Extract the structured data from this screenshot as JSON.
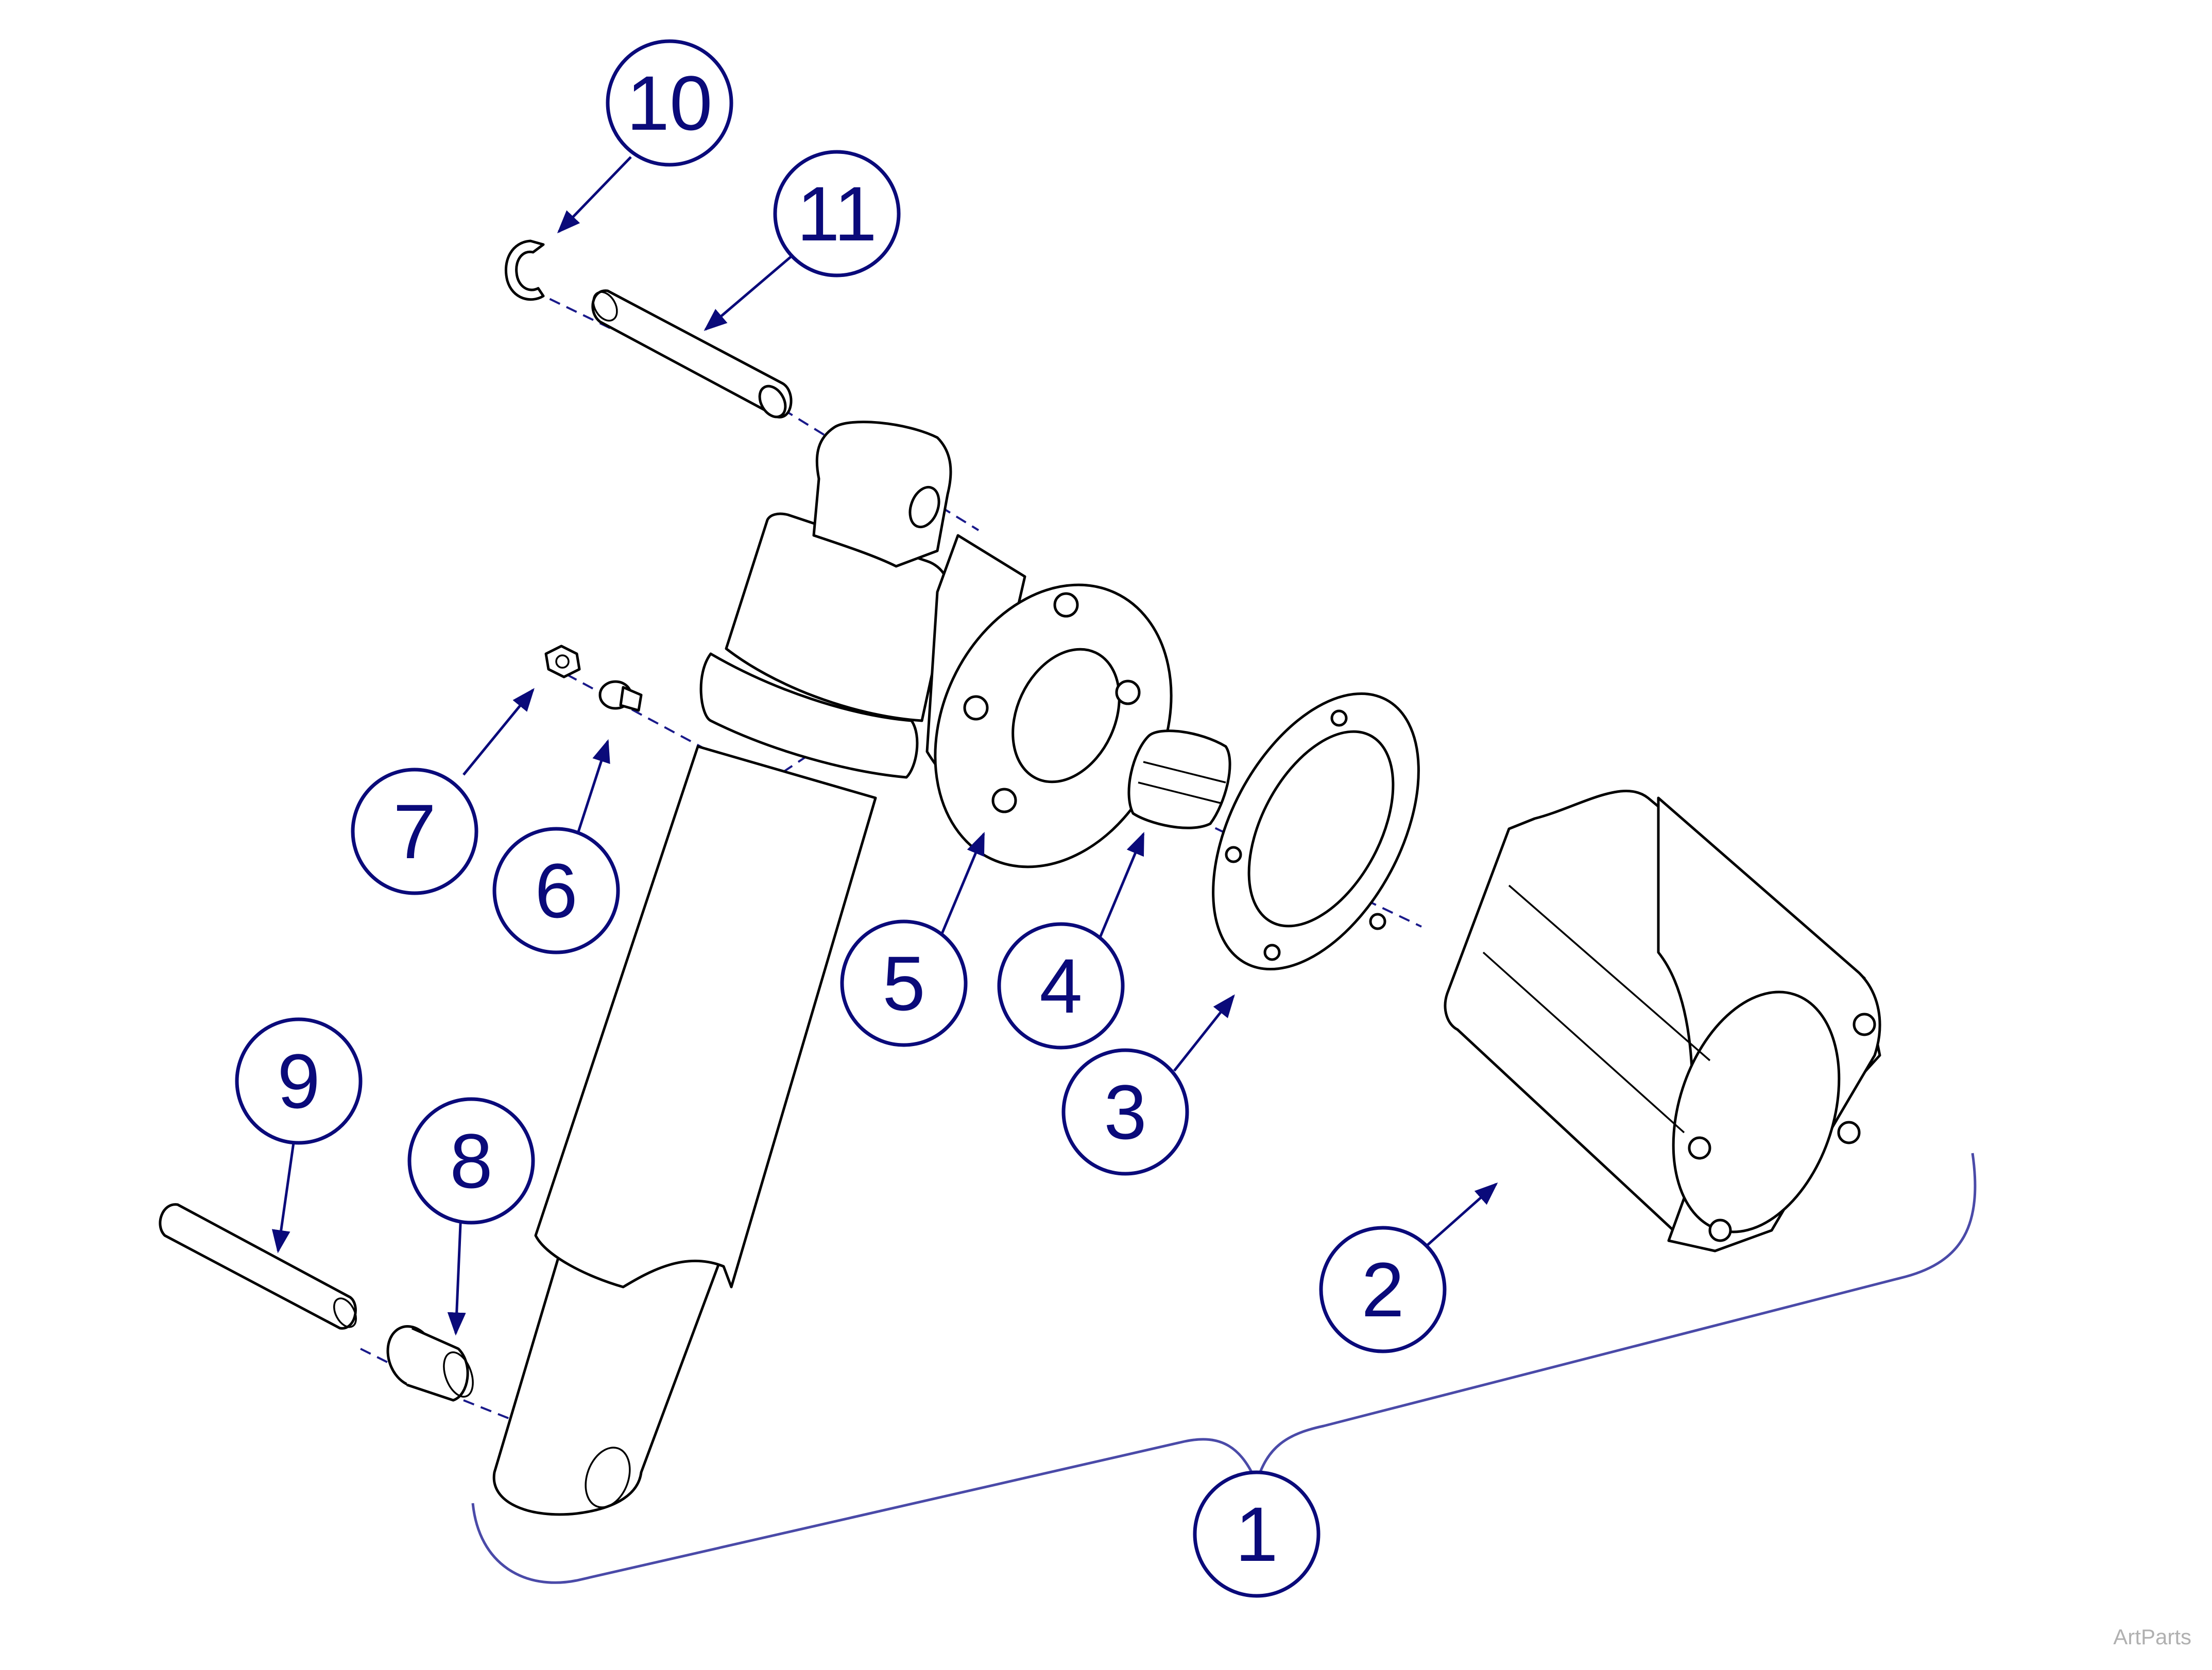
{
  "callouts": [
    {
      "label": "1"
    },
    {
      "label": "2"
    },
    {
      "label": "3"
    },
    {
      "label": "4"
    },
    {
      "label": "5"
    },
    {
      "label": "6"
    },
    {
      "label": "7"
    },
    {
      "label": "8"
    },
    {
      "label": "9"
    },
    {
      "label": "10"
    },
    {
      "label": "11"
    }
  ],
  "watermark": "ArtParts",
  "colors": {
    "callout": "#0a0a7a",
    "bracket": "#4a4aa8",
    "line": "#000000"
  }
}
